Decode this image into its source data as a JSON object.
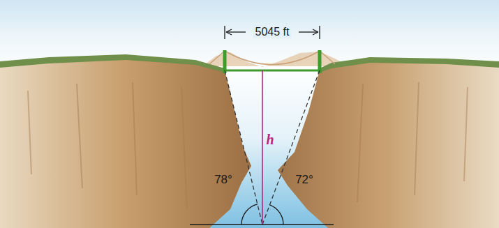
{
  "diagram": {
    "labels": [
      "5045 ft",
      "h",
      "78°",
      "72°"
    ]
  }
}
